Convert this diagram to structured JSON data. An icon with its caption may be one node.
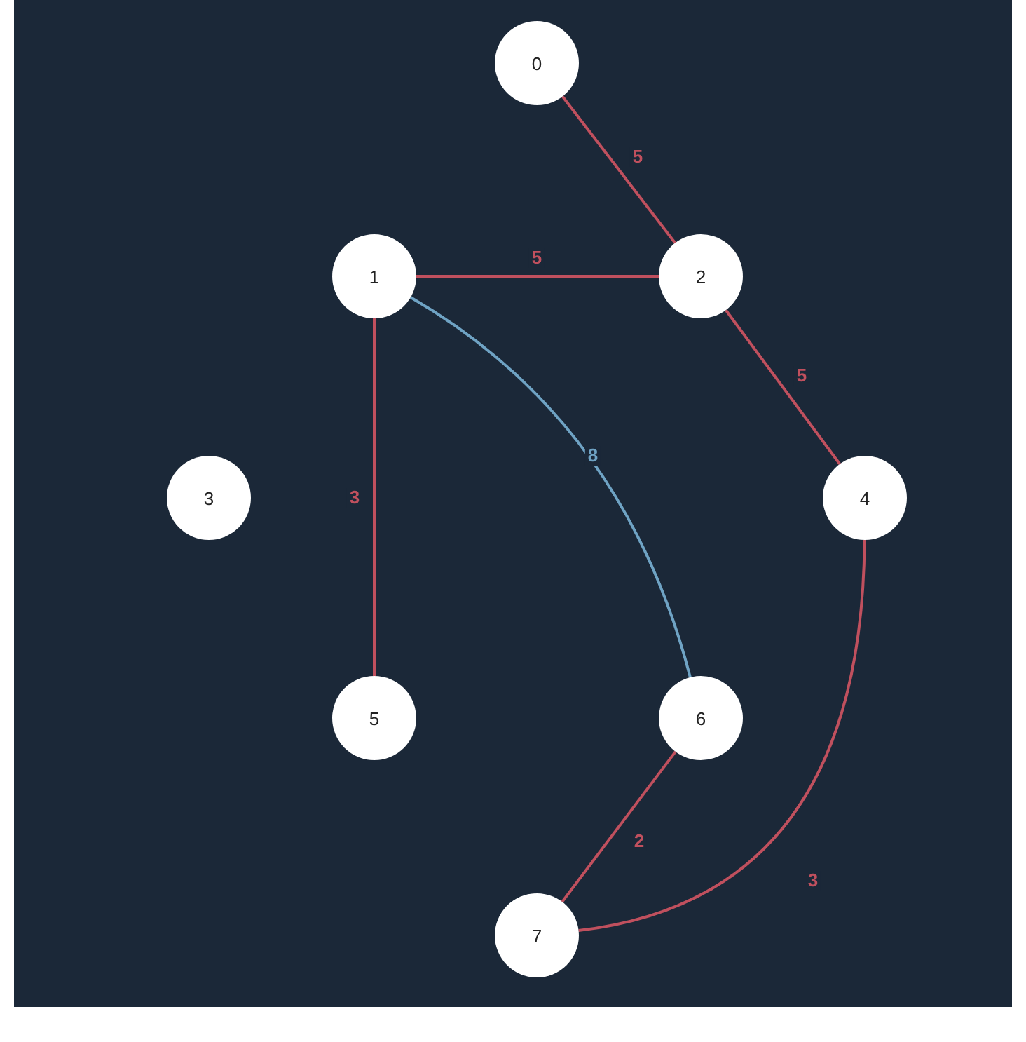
{
  "diagram": {
    "nodes": [
      {
        "text": [
          "0"
        ]
      },
      {
        "text": [
          "1"
        ]
      },
      {
        "text": [
          "2"
        ]
      },
      {
        "text": [
          "3"
        ]
      },
      {
        "text": [
          "4"
        ]
      },
      {
        "text": [
          "5"
        ]
      },
      {
        "text": [
          "6"
        ]
      },
      {
        "text": [
          "7"
        ]
      }
    ],
    "edges": [
      {
        "from": 0,
        "to": 2,
        "arrow": "none",
        "label": "5"
      },
      {
        "from": 1,
        "to": 2,
        "arrow": "none",
        "label": "5"
      },
      {
        "from": 2,
        "to": 4,
        "arrow": "none",
        "label": "5"
      },
      {
        "from": 1,
        "to": 5,
        "arrow": "none",
        "label": "3"
      },
      {
        "from": 1,
        "to": 6,
        "arrow": "none",
        "label": "8",
        "color": "#6fa3c4"
      },
      {
        "from": 4,
        "to": 7,
        "arrow": "none",
        "label": "3"
      },
      {
        "from": 6,
        "to": 7,
        "arrow": "none",
        "label": "2"
      }
    ]
  }
}
